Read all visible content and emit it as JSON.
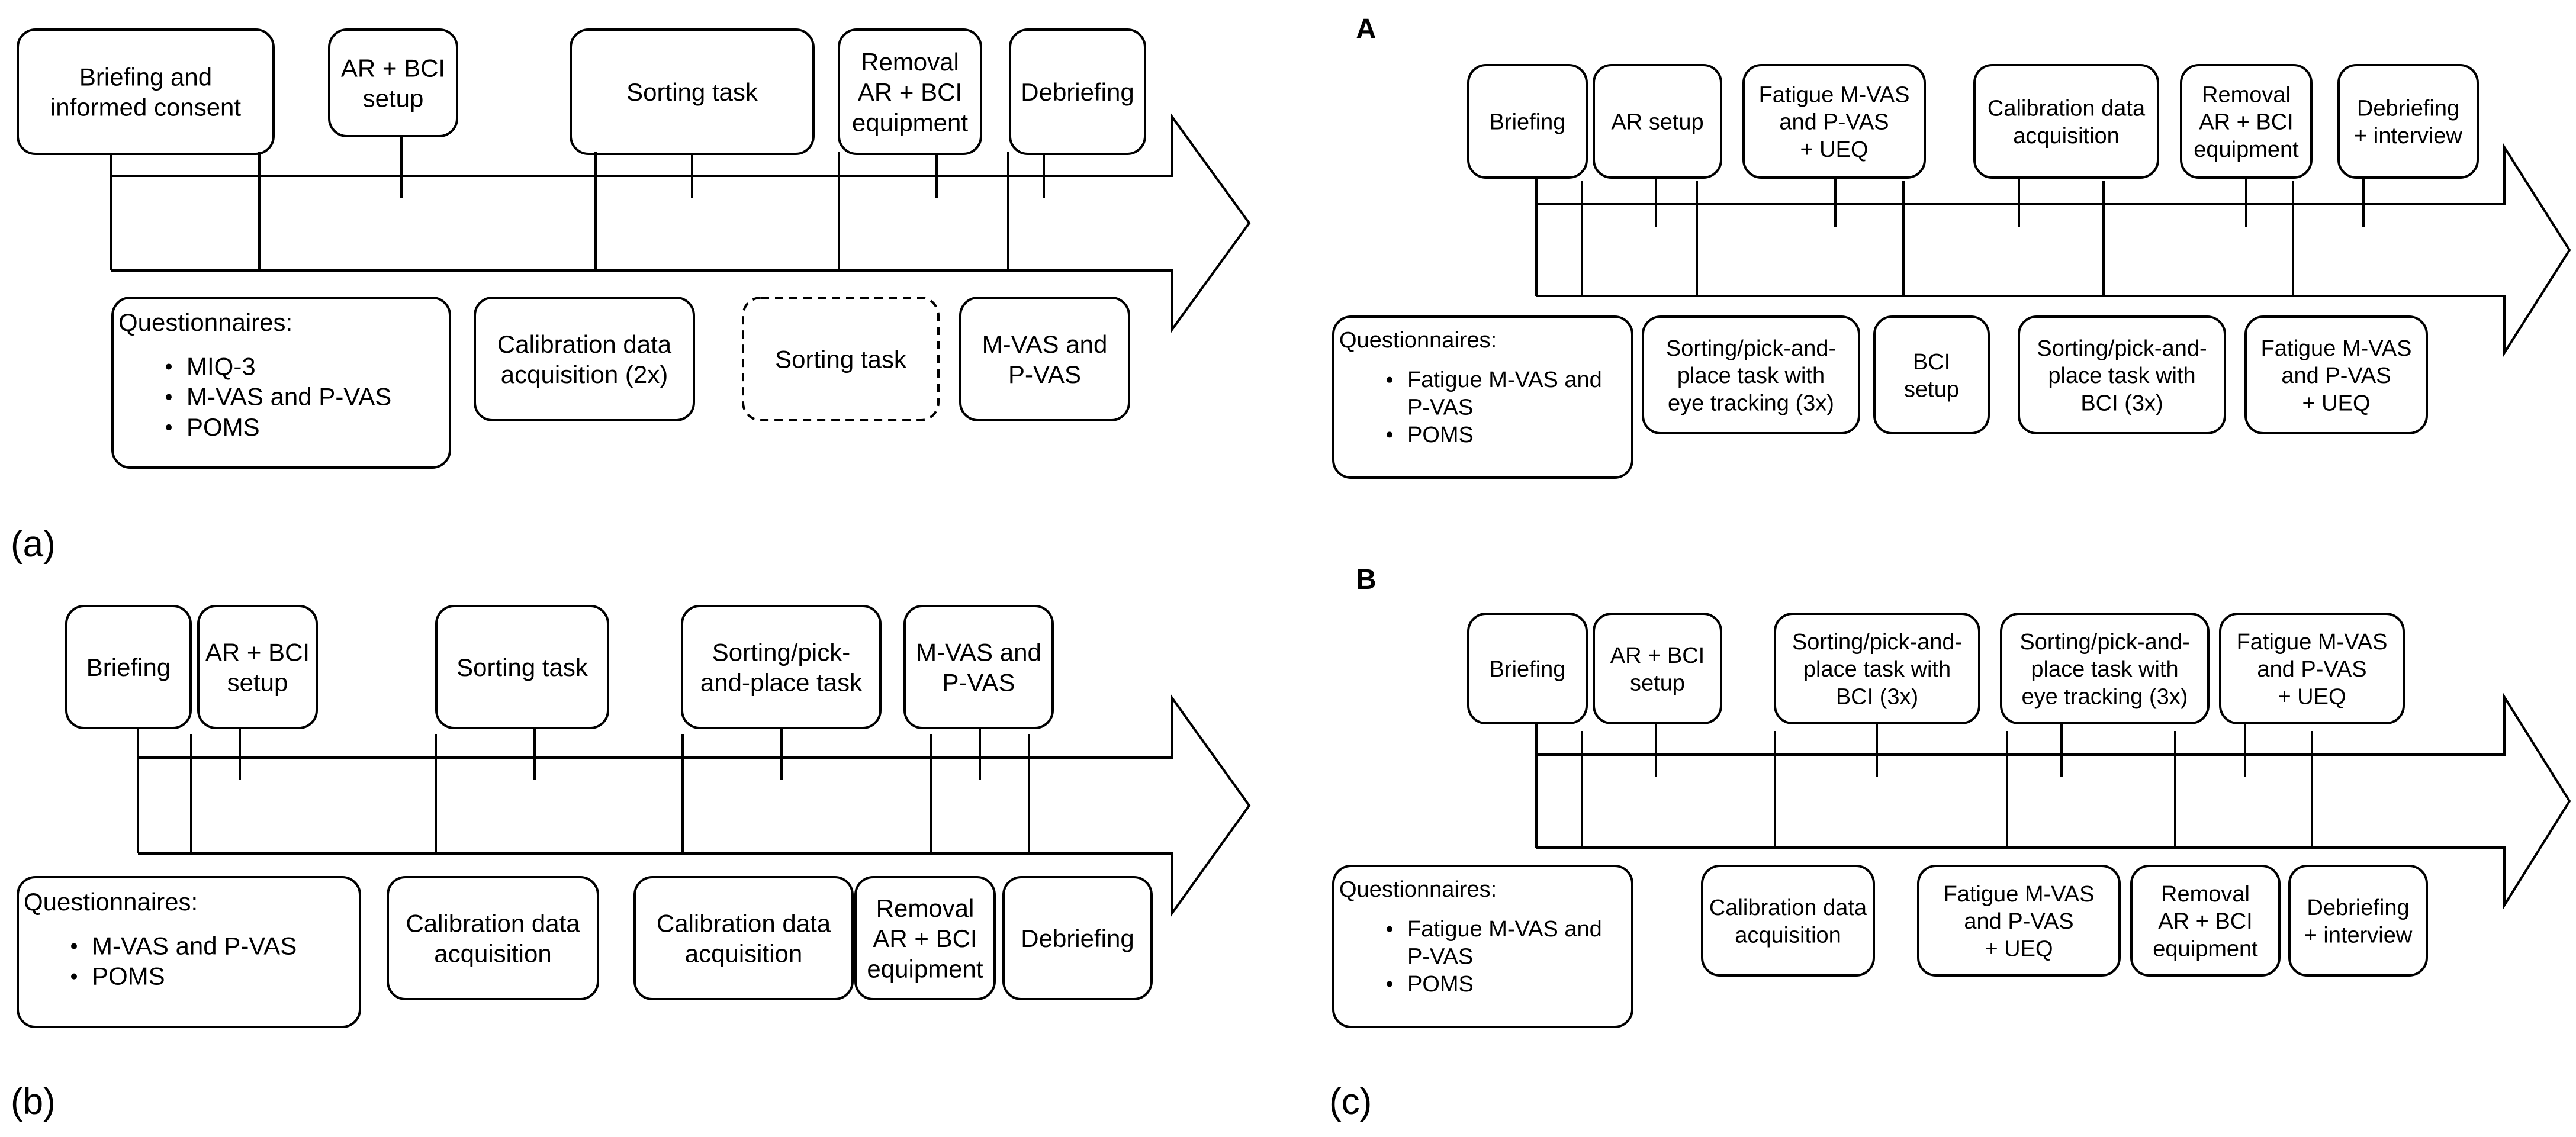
{
  "panels": [
    {
      "id": "a",
      "caption": "(a)",
      "heading": "",
      "top_boxes": [
        {
          "id": "briefing-consent",
          "lines": [
            "Briefing and",
            "informed consent"
          ]
        },
        {
          "id": "ar-bci-setup",
          "lines": [
            "AR + BCI",
            "setup"
          ]
        },
        {
          "id": "sorting-task",
          "lines": [
            "Sorting task"
          ]
        },
        {
          "id": "removal-equipment",
          "lines": [
            "Removal",
            "AR + BCI",
            "equipment"
          ]
        },
        {
          "id": "debriefing",
          "lines": [
            "Debriefing"
          ]
        }
      ],
      "bottom_boxes": [
        {
          "id": "questionnaires",
          "title": "Questionnaires:",
          "bullets": [
            "MIQ-3",
            "M-VAS and P-VAS",
            "POMS"
          ]
        },
        {
          "id": "calibration",
          "lines": [
            "Calibration data",
            "acquisition (2x)"
          ]
        },
        {
          "id": "sorting-task-optional",
          "lines": [
            "Sorting task"
          ],
          "dashed": true
        },
        {
          "id": "mvas-pvas",
          "lines": [
            "M-VAS and",
            "P-VAS"
          ]
        }
      ]
    },
    {
      "id": "b",
      "caption": "(b)",
      "heading": "",
      "top_boxes": [
        {
          "id": "briefing",
          "lines": [
            "Briefing"
          ]
        },
        {
          "id": "ar-bci-setup",
          "lines": [
            "AR + BCI",
            "setup"
          ]
        },
        {
          "id": "sorting-task",
          "lines": [
            "Sorting task"
          ]
        },
        {
          "id": "pick-place-task",
          "lines": [
            "Sorting/pick-",
            "and-place task"
          ]
        },
        {
          "id": "mvas-pvas",
          "lines": [
            "M-VAS and",
            "P-VAS"
          ]
        }
      ],
      "bottom_boxes": [
        {
          "id": "questionnaires",
          "title": "Questionnaires:",
          "bullets": [
            "M-VAS and P-VAS",
            "POMS"
          ]
        },
        {
          "id": "calibration-1",
          "lines": [
            "Calibration data",
            "acquisition"
          ]
        },
        {
          "id": "calibration-2",
          "lines": [
            "Calibration data",
            "acquisition"
          ]
        },
        {
          "id": "removal-equipment",
          "lines": [
            "Removal",
            "AR + BCI",
            "equipment"
          ]
        },
        {
          "id": "debriefing",
          "lines": [
            "Debriefing"
          ]
        }
      ]
    },
    {
      "id": "c-a",
      "caption": "",
      "heading": "A",
      "top_boxes": [
        {
          "id": "briefing",
          "lines": [
            "Briefing"
          ]
        },
        {
          "id": "ar-setup",
          "lines": [
            "AR setup"
          ]
        },
        {
          "id": "fatigue-ueq-1",
          "lines": [
            "Fatigue M-VAS",
            "and P-VAS",
            "+ UEQ"
          ]
        },
        {
          "id": "calibration",
          "lines": [
            "Calibration data",
            "acquisition"
          ]
        },
        {
          "id": "removal-equipment",
          "lines": [
            "Removal",
            "AR + BCI",
            "equipment"
          ]
        },
        {
          "id": "debriefing-interview",
          "lines": [
            "Debriefing",
            "+ interview"
          ]
        }
      ],
      "bottom_boxes": [
        {
          "id": "questionnaires",
          "title": "Questionnaires:",
          "bullets": [
            "Fatigue M-VAS and P-VAS",
            "POMS"
          ]
        },
        {
          "id": "eye-tracking-task",
          "lines": [
            "Sorting/pick-and-",
            "place task with",
            "eye tracking (3x)"
          ]
        },
        {
          "id": "bci-setup",
          "lines": [
            "BCI",
            "setup"
          ]
        },
        {
          "id": "bci-task",
          "lines": [
            "Sorting/pick-and-",
            "place task with",
            "BCI (3x)"
          ]
        },
        {
          "id": "fatigue-ueq-2",
          "lines": [
            "Fatigue M-VAS",
            "and P-VAS",
            "+ UEQ"
          ]
        }
      ]
    },
    {
      "id": "c-b",
      "caption": "(c)",
      "heading": "B",
      "top_boxes": [
        {
          "id": "briefing",
          "lines": [
            "Briefing"
          ]
        },
        {
          "id": "ar-bci-setup",
          "lines": [
            "AR + BCI",
            "setup"
          ]
        },
        {
          "id": "bci-task",
          "lines": [
            "Sorting/pick-and-",
            "place task with",
            "BCI (3x)"
          ]
        },
        {
          "id": "eye-tracking-task",
          "lines": [
            "Sorting/pick-and-",
            "place task with",
            "eye tracking (3x)"
          ]
        },
        {
          "id": "fatigue-ueq-1",
          "lines": [
            "Fatigue M-VAS",
            "and P-VAS",
            "+ UEQ"
          ]
        }
      ],
      "bottom_boxes": [
        {
          "id": "questionnaires",
          "title": "Questionnaires:",
          "bullets": [
            "Fatigue M-VAS and P-VAS",
            "POMS"
          ]
        },
        {
          "id": "calibration",
          "lines": [
            "Calibration data",
            "acquisition"
          ]
        },
        {
          "id": "fatigue-ueq-2",
          "lines": [
            "Fatigue M-VAS",
            "and P-VAS",
            "+ UEQ"
          ]
        },
        {
          "id": "removal-equipment",
          "lines": [
            "Removal",
            "AR + BCI",
            "equipment"
          ]
        },
        {
          "id": "debriefing-interview",
          "lines": [
            "Debriefing",
            "+ interview"
          ]
        }
      ]
    }
  ]
}
